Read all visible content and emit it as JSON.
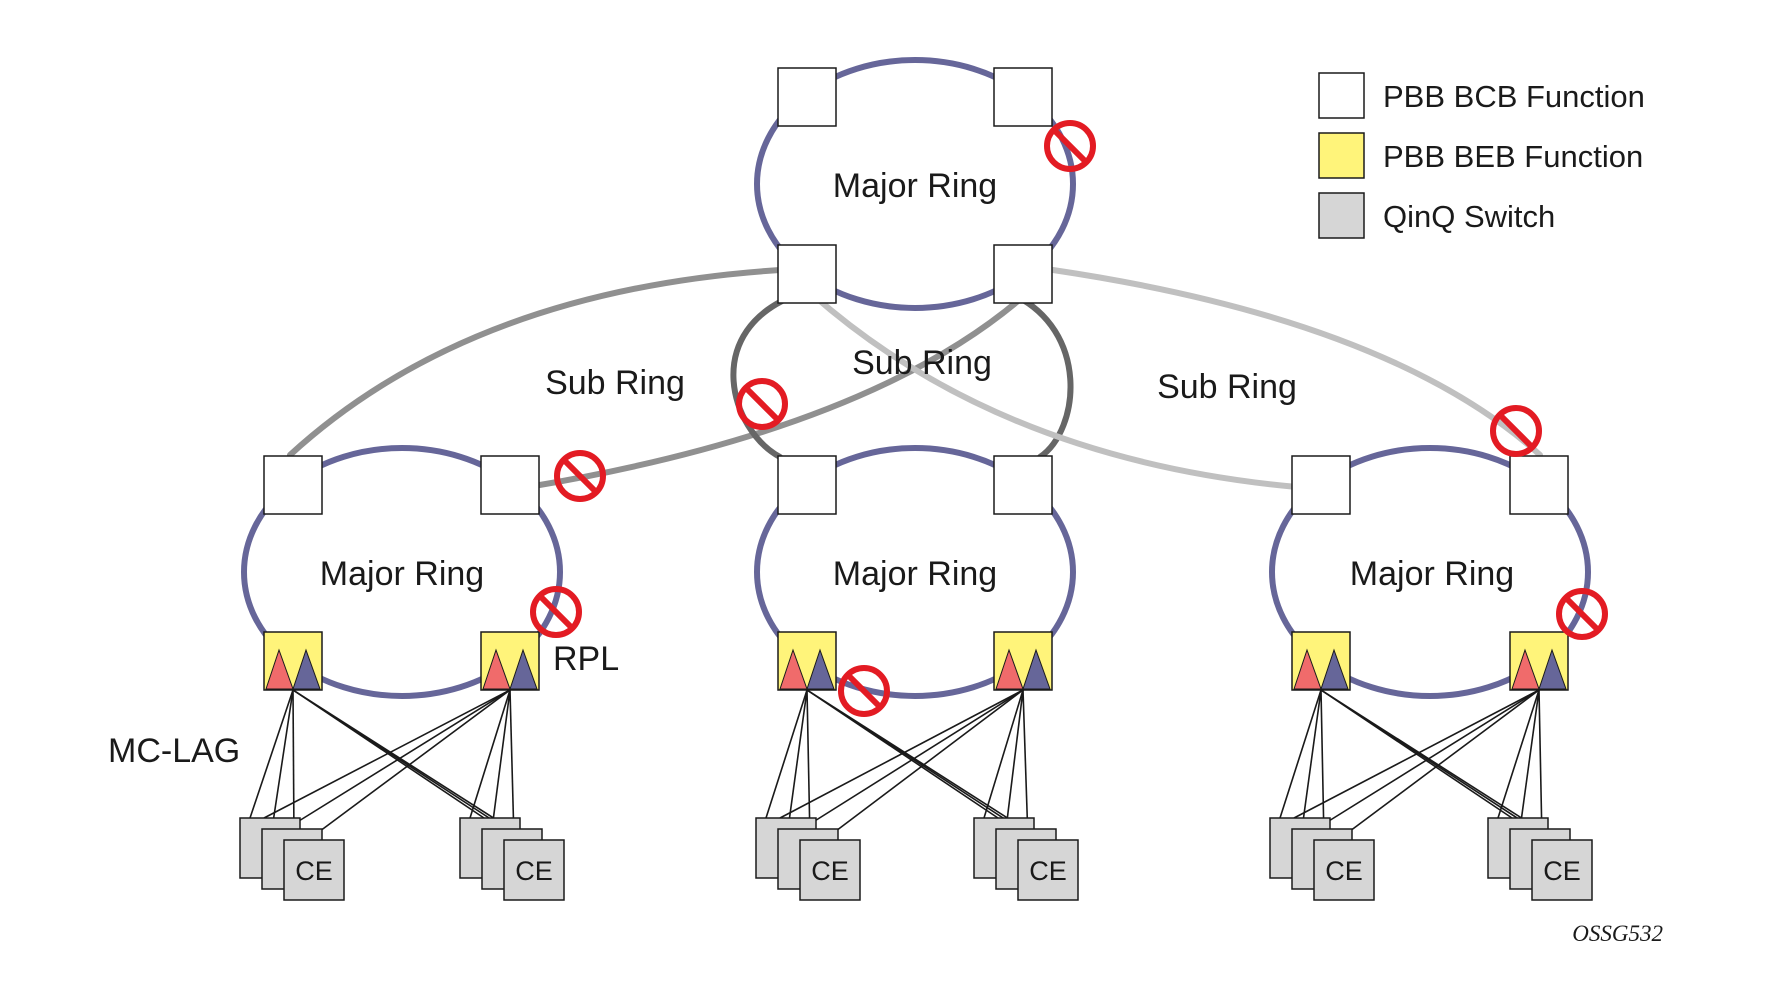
{
  "labels": {
    "major_ring": "Major Ring",
    "sub_ring": "Sub Ring",
    "rpl": "RPL",
    "mc_lag": "MC-LAG",
    "ce": "CE",
    "figure_code": "OSSG532"
  },
  "legend": {
    "bcb": "PBB BCB Function",
    "beb": "PBB BEB Function",
    "qinq": "QinQ Switch"
  },
  "colors": {
    "major_ring": "#666699",
    "sub_ring_left": "#909090",
    "sub_ring_center": "#666666",
    "sub_ring_right": "#c0c0c0",
    "beb_fill": "#fff47a",
    "qinq_fill": "#d6d6d6",
    "block_symbol": "#e31b23",
    "triangle_red": "#f06b6b",
    "triangle_blue": "#666699"
  },
  "icons": [
    "blocked-port-icon",
    "beb-triangle-icon"
  ]
}
